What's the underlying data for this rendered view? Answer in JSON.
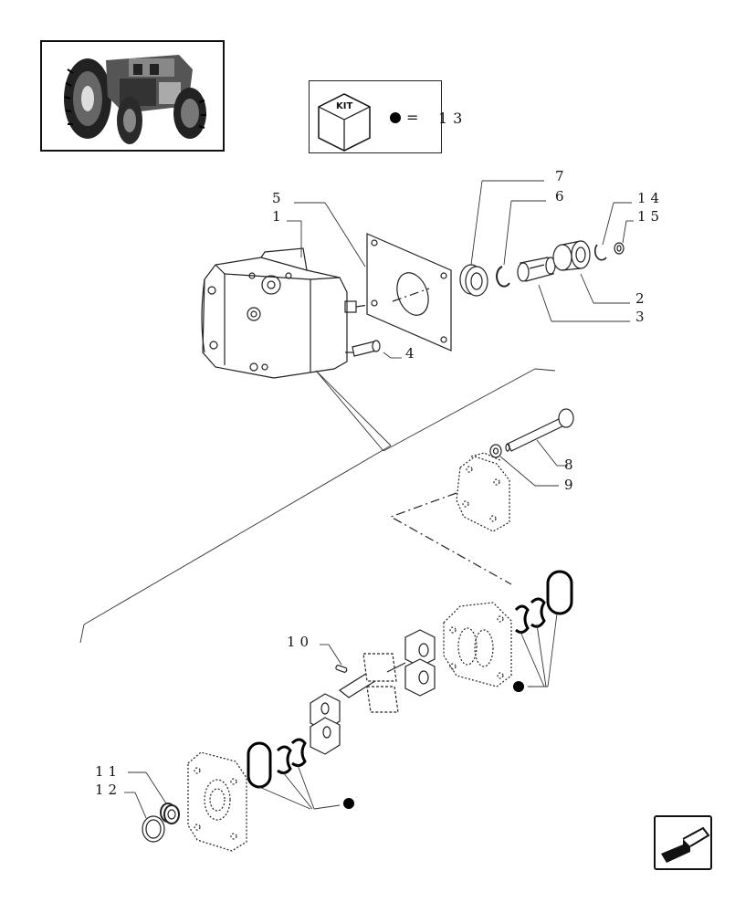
{
  "kit": {
    "label": "KIT",
    "equals": "=",
    "number": "13"
  },
  "callouts": {
    "c1": "1",
    "c2": "2",
    "c3": "3",
    "c4": "4",
    "c5": "5",
    "c6": "6",
    "c7": "7",
    "c8": "8",
    "c9": "9",
    "c10": "10",
    "c11": "11",
    "c12": "12",
    "c14": "14",
    "c15": "15"
  },
  "icons": {
    "thumbnail": "tractor-thumbnail-icon",
    "kit": "kit-cube-icon",
    "nav": "previous-page-arrow-icon"
  }
}
